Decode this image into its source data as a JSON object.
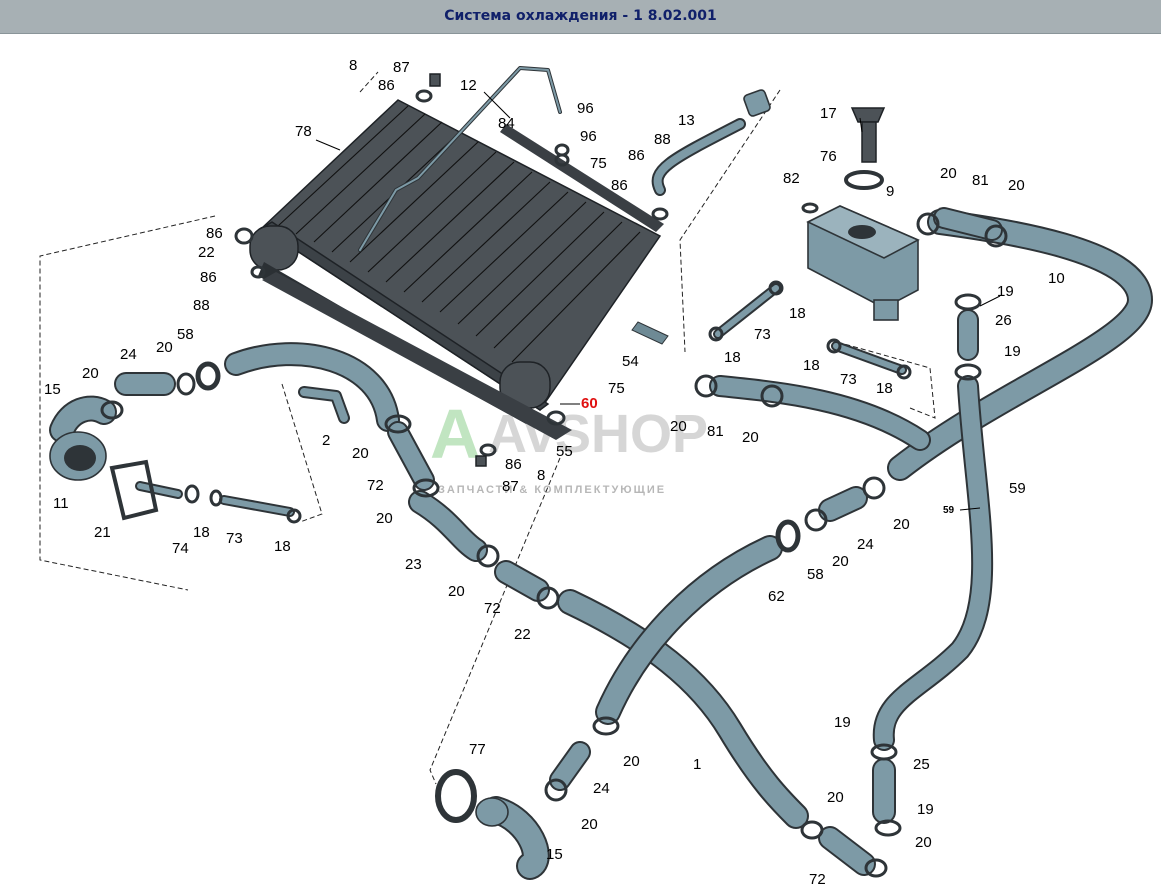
{
  "window": {
    "title": "Система охлаждения - 1 8.02.001"
  },
  "watermark": {
    "logo_text": "AvSHOP",
    "tagline": "ЗАПЧАСТИ & КОМПЛЕКТУЮЩИЕ"
  },
  "highlighted_part": "60",
  "labels": [
    {
      "id": "l8a",
      "text": "8"
    },
    {
      "id": "l87a",
      "text": "87"
    },
    {
      "id": "l86a",
      "text": "86"
    },
    {
      "id": "l12",
      "text": "12"
    },
    {
      "id": "l78",
      "text": "78"
    },
    {
      "id": "l84",
      "text": "84"
    },
    {
      "id": "l96a",
      "text": "96"
    },
    {
      "id": "l96b",
      "text": "96"
    },
    {
      "id": "l75a",
      "text": "75"
    },
    {
      "id": "l13",
      "text": "13"
    },
    {
      "id": "l88a",
      "text": "88"
    },
    {
      "id": "l86b",
      "text": "86"
    },
    {
      "id": "l86c",
      "text": "86"
    },
    {
      "id": "l17",
      "text": "17"
    },
    {
      "id": "l76",
      "text": "76"
    },
    {
      "id": "l82",
      "text": "82"
    },
    {
      "id": "l9",
      "text": "9"
    },
    {
      "id": "l20a",
      "text": "20"
    },
    {
      "id": "l81a",
      "text": "81"
    },
    {
      "id": "l20b",
      "text": "20"
    },
    {
      "id": "l10",
      "text": "10"
    },
    {
      "id": "l86d",
      "text": "86"
    },
    {
      "id": "l22a",
      "text": "22"
    },
    {
      "id": "l86e",
      "text": "86"
    },
    {
      "id": "l88b",
      "text": "88"
    },
    {
      "id": "l54",
      "text": "54"
    },
    {
      "id": "l18a",
      "text": "18"
    },
    {
      "id": "l73a",
      "text": "73"
    },
    {
      "id": "l18b",
      "text": "18"
    },
    {
      "id": "l19a",
      "text": "19"
    },
    {
      "id": "l26",
      "text": "26"
    },
    {
      "id": "l19b",
      "text": "19"
    },
    {
      "id": "l18c",
      "text": "18"
    },
    {
      "id": "l73b",
      "text": "73"
    },
    {
      "id": "l18d",
      "text": "18"
    },
    {
      "id": "l24a",
      "text": "24"
    },
    {
      "id": "l20c",
      "text": "20"
    },
    {
      "id": "l58a",
      "text": "58"
    },
    {
      "id": "l20d",
      "text": "20"
    },
    {
      "id": "l15a",
      "text": "15"
    },
    {
      "id": "l75b",
      "text": "75"
    },
    {
      "id": "l60",
      "text": "60"
    },
    {
      "id": "l20e",
      "text": "20"
    },
    {
      "id": "l81b",
      "text": "81"
    },
    {
      "id": "l20f",
      "text": "20"
    },
    {
      "id": "l2",
      "text": "2"
    },
    {
      "id": "l20g",
      "text": "20"
    },
    {
      "id": "l55",
      "text": "55"
    },
    {
      "id": "l86f",
      "text": "86"
    },
    {
      "id": "l8b",
      "text": "8"
    },
    {
      "id": "l87b",
      "text": "87"
    },
    {
      "id": "l72a",
      "text": "72"
    },
    {
      "id": "l11",
      "text": "11"
    },
    {
      "id": "l21",
      "text": "21"
    },
    {
      "id": "l74",
      "text": "74"
    },
    {
      "id": "l18e",
      "text": "18"
    },
    {
      "id": "l73c",
      "text": "73"
    },
    {
      "id": "l18f",
      "text": "18"
    },
    {
      "id": "l20h",
      "text": "20"
    },
    {
      "id": "l59a",
      "text": "59"
    },
    {
      "id": "l59b",
      "text": "59"
    },
    {
      "id": "l20i",
      "text": "20"
    },
    {
      "id": "l24b",
      "text": "24"
    },
    {
      "id": "l20j",
      "text": "20"
    },
    {
      "id": "l23",
      "text": "23"
    },
    {
      "id": "l58b",
      "text": "58"
    },
    {
      "id": "l62",
      "text": "62"
    },
    {
      "id": "l20k",
      "text": "20"
    },
    {
      "id": "l72b",
      "text": "72"
    },
    {
      "id": "l22b",
      "text": "22"
    },
    {
      "id": "l77",
      "text": "77"
    },
    {
      "id": "l19c",
      "text": "19"
    },
    {
      "id": "l1",
      "text": "1"
    },
    {
      "id": "l20l",
      "text": "20"
    },
    {
      "id": "l25",
      "text": "25"
    },
    {
      "id": "l24c",
      "text": "24"
    },
    {
      "id": "l20m",
      "text": "20"
    },
    {
      "id": "l20n",
      "text": "20"
    },
    {
      "id": "l19d",
      "text": "19"
    },
    {
      "id": "l15b",
      "text": "15"
    },
    {
      "id": "l20o",
      "text": "20"
    },
    {
      "id": "l72c",
      "text": "72"
    }
  ]
}
